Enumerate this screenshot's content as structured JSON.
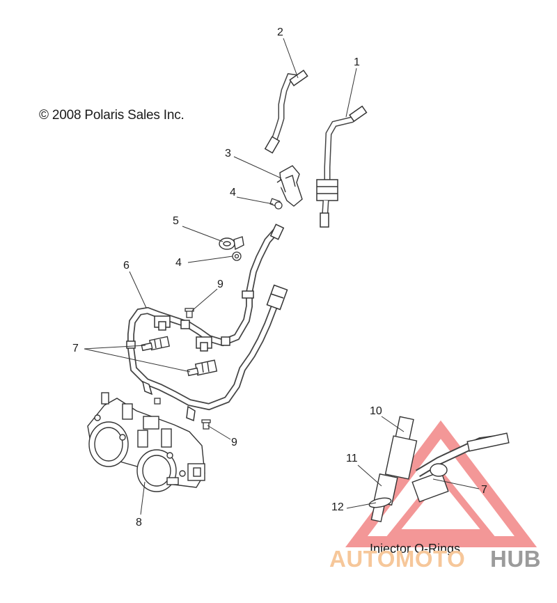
{
  "copyright": "© 2008 Polaris Sales Inc.",
  "inset_caption": "Injector O-Rings",
  "watermark": {
    "part_a": "AUTOMOTO",
    "part_b": "HUB",
    "color_a": "#f6c79a",
    "color_b": "#9b9b9b",
    "logo_color": "#f07a7a"
  },
  "callouts": [
    {
      "id": "c1",
      "text": "1"
    },
    {
      "id": "c2",
      "text": "2"
    },
    {
      "id": "c3",
      "text": "3"
    },
    {
      "id": "c4a",
      "text": "4"
    },
    {
      "id": "c4b",
      "text": "4"
    },
    {
      "id": "c5",
      "text": "5"
    },
    {
      "id": "c6",
      "text": "6"
    },
    {
      "id": "c7",
      "text": "7"
    },
    {
      "id": "c7b",
      "text": "7"
    },
    {
      "id": "c8",
      "text": "8"
    },
    {
      "id": "c9a",
      "text": "9"
    },
    {
      "id": "c9b",
      "text": "9"
    },
    {
      "id": "c10",
      "text": "10"
    },
    {
      "id": "c11",
      "text": "11"
    },
    {
      "id": "c12",
      "text": "12"
    }
  ]
}
